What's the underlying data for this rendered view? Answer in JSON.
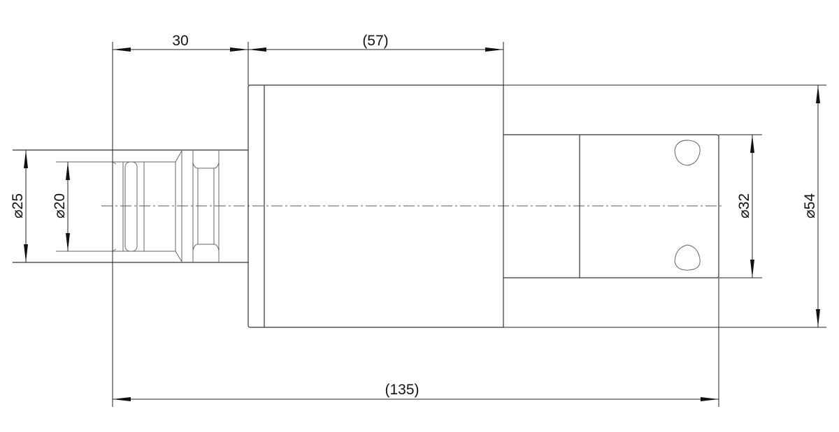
{
  "drawing": {
    "dimensions": {
      "top_left_length": "30",
      "top_body_length": "(57)",
      "overall_length": "(135)",
      "dia_shaft_outer": "⌀25",
      "dia_shaft_inner": "⌀20",
      "dia_rear": "⌀32",
      "dia_body": "⌀54"
    }
  }
}
